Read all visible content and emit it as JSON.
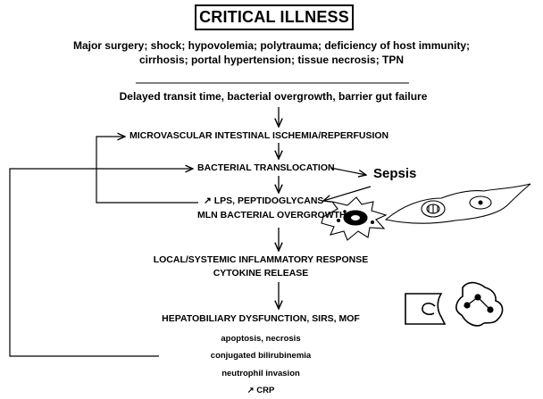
{
  "title": "CRITICAL ILLNESS",
  "causes": [
    "Major surgery; shock; hypovolemia; polytrauma; deficiency of host immunity;",
    "cirrhosis; portal hypertension; tissue necrosis; TPN"
  ],
  "initial": "Delayed transit time, bacterial overgrowth, barrier gut failure",
  "steps": {
    "ischemia": "MICROVASCULAR INTESTINAL ISCHEMIA/REPERFUSION",
    "translocation": "BACTERIAL TRANSLOCATION",
    "lps": "↗ LPS, PEPTIDOGLYCANS",
    "mln": "MLN BACTERIAL OVERGROWTH",
    "inflammatory": "LOCAL/SYSTEMIC INFLAMMATORY RESPONSE",
    "cytokine": "CYTOKINE RELEASE",
    "hepatobiliary": "HEPATOBILIARY DYSFUNCTION, SIRS, MOF"
  },
  "sepsis": "Sepsis",
  "outcomes": [
    "apoptosis, necrosis",
    "conjugated bilirubinemia",
    "neutrophil invasion",
    "↗ CRP"
  ],
  "cell_icons": [
    "macrophage-icon",
    "fibroblast-icon",
    "kupffer-cell-icon",
    "neutrophil-icon"
  ]
}
